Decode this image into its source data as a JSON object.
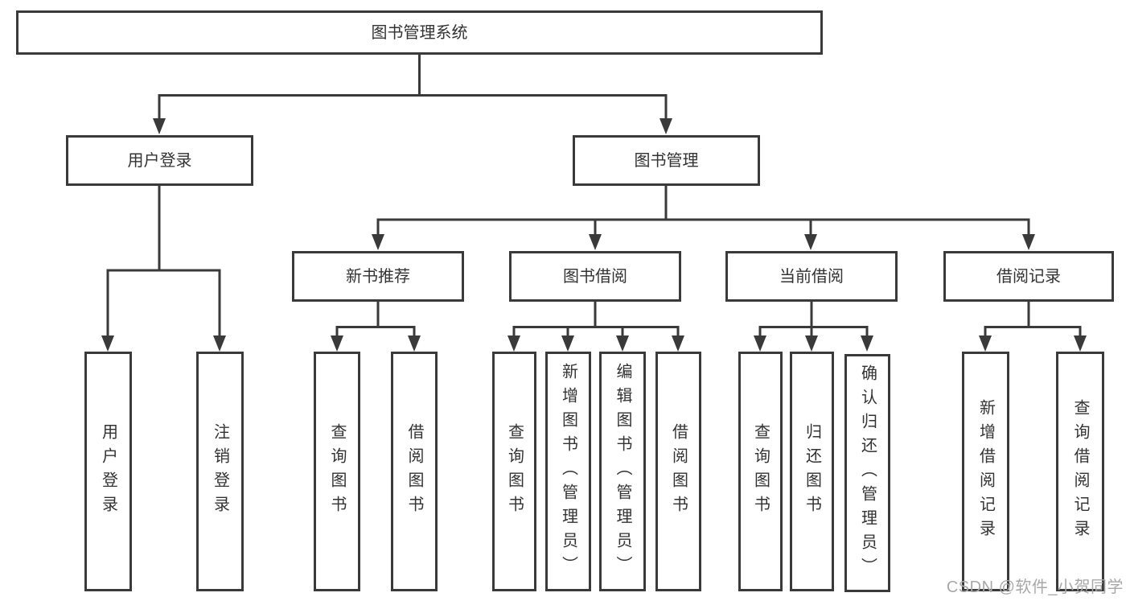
{
  "diagram": {
    "title": "图书管理系统",
    "root": {
      "label": "图书管理系统"
    },
    "branches": [
      {
        "label": "用户登录",
        "children": [
          {
            "label": "用户登录"
          },
          {
            "label": "注销登录"
          }
        ]
      },
      {
        "label": "图书管理",
        "children": [
          {
            "label": "新书推荐",
            "children": [
              {
                "label": "查询图书"
              },
              {
                "label": "借阅图书"
              }
            ]
          },
          {
            "label": "图书借阅",
            "children": [
              {
                "label": "查询图书"
              },
              {
                "label": "新增图书（管理员）"
              },
              {
                "label": "编辑图书（管理员）"
              },
              {
                "label": "借阅图书"
              }
            ]
          },
          {
            "label": "当前借阅",
            "children": [
              {
                "label": "查询图书"
              },
              {
                "label": "归还图书"
              },
              {
                "label": "确认归还（管理员）"
              }
            ]
          },
          {
            "label": "借阅记录",
            "children": [
              {
                "label": "新增借阅记录"
              },
              {
                "label": "查询借阅记录"
              }
            ]
          }
        ]
      }
    ]
  },
  "watermark": {
    "text": "CSDN @软件_小贺同学"
  },
  "colors": {
    "line": "#3a3a3a",
    "text": "#333333",
    "watermark": "#a8a8a8",
    "background": "#ffffff"
  }
}
